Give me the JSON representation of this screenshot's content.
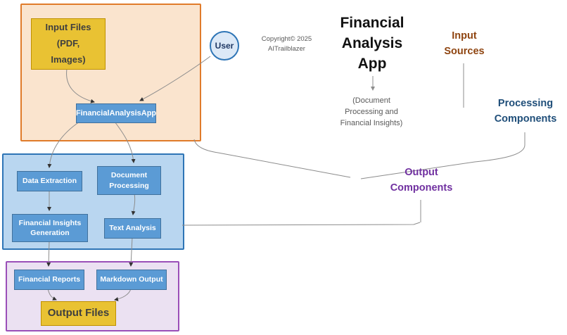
{
  "diagram": {
    "title": "Financial\nAnalysis\nApp",
    "subtitle": "(Document\nProcessing and\nFinancial Insights)",
    "copyright": "Copyright© 2025\nAITrailblazer",
    "annotations": {
      "input_sources": "Input\nSources",
      "processing_components": "Processing\nComponents",
      "output_components": "Output\nComponents"
    },
    "nodes": {
      "input_files": {
        "label": "Input Files\n(PDF,\nImages)"
      },
      "user": {
        "label": "User"
      },
      "financial_analysis_app": {
        "label": "FinancialAnalysisApp"
      },
      "data_extraction": {
        "label": "Data Extraction"
      },
      "document_processing": {
        "label": "Document\nProcessing"
      },
      "financial_insights_generation": {
        "label": "Financial Insights\nGeneration"
      },
      "text_analysis": {
        "label": "Text Analysis"
      },
      "financial_reports": {
        "label": "Financial Reports"
      },
      "markdown_output": {
        "label": "Markdown Output"
      },
      "output_files": {
        "label": "Output Files"
      }
    },
    "colors": {
      "input_group_border": "#E07B2A",
      "input_group_fill": "#FAE4CE",
      "processing_group_border": "#2E75B6",
      "processing_group_fill": "#B9D6F0",
      "output_group_border": "#9A4FB8",
      "output_group_fill": "#EBE1F2",
      "node_blue_fill": "#5B9BD5",
      "node_blue_border": "#41719C",
      "node_yellow_fill": "#E9C233",
      "node_yellow_border": "#BF9000",
      "user_fill": "#DCE9F7",
      "user_border": "#2E75B6",
      "input_sources_text": "#8F4511",
      "processing_components_text": "#1F4E79",
      "output_components_text": "#7030A0",
      "connector": "#8C8C8C"
    }
  }
}
